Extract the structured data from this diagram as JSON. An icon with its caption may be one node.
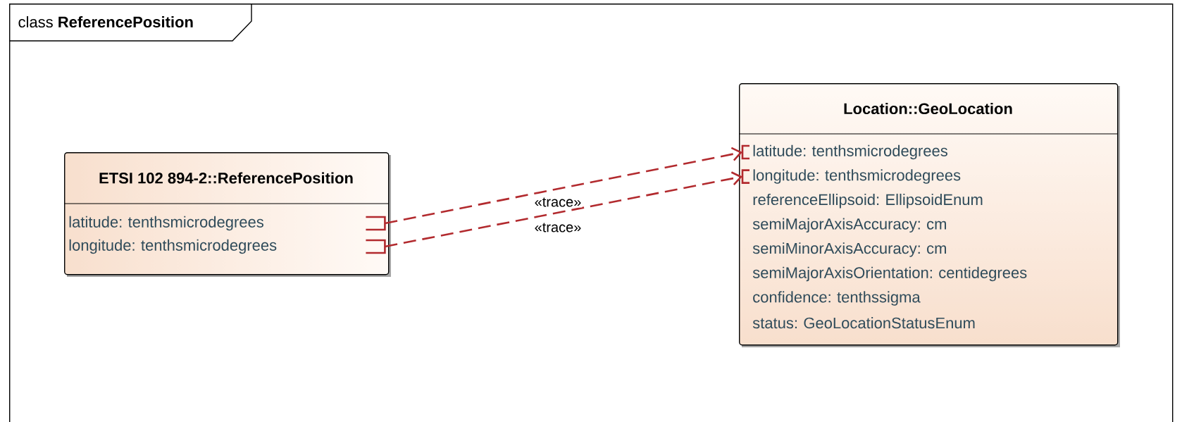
{
  "diagram": {
    "nodes": [
      {
        "text": [
          "class **ReferencePosition**"
        ]
      },
      {
        "text": [
          "ETSI 102 894-2::ReferencePosition"
        ],
        "in": 0
      },
      {
        "text": [
          "latitude: tenthsmicrodegrees"
        ],
        "in": 1
      },
      {
        "text": [
          "longitude: tenthsmicrodegrees"
        ],
        "in": 1
      },
      {
        "text": [
          "Location::GeoLocation"
        ],
        "in": 0
      },
      {
        "text": [
          "latitude: tenthsmicrodegrees"
        ],
        "in": 4
      },
      {
        "text": [
          "longitude: tenthsmicrodegrees"
        ],
        "in": 4
      },
      {
        "text": [
          "referenceEllipsoid: EllipsoidEnum"
        ],
        "in": 4
      },
      {
        "text": [
          "semiMajorAxisAccuracy: cm"
        ],
        "in": 4
      },
      {
        "text": [
          "semiMinorAxisAccuracy: cm"
        ],
        "in": 4
      },
      {
        "text": [
          "semiMajorAxisOrientation: centidegrees"
        ],
        "in": 4
      },
      {
        "text": [
          "confidence: tenthssigma"
        ],
        "in": 4
      },
      {
        "text": [
          "status: GeoLocationStatusEnum"
        ],
        "in": 4
      }
    ],
    "edges": [
      {
        "from": 2,
        "to": 5,
        "arrow": "to",
        "label": "«trace»",
        "style": "dashed"
      },
      {
        "from": 3,
        "to": 6,
        "arrow": "to",
        "label": "«trace»",
        "style": "dashed"
      }
    ]
  }
}
